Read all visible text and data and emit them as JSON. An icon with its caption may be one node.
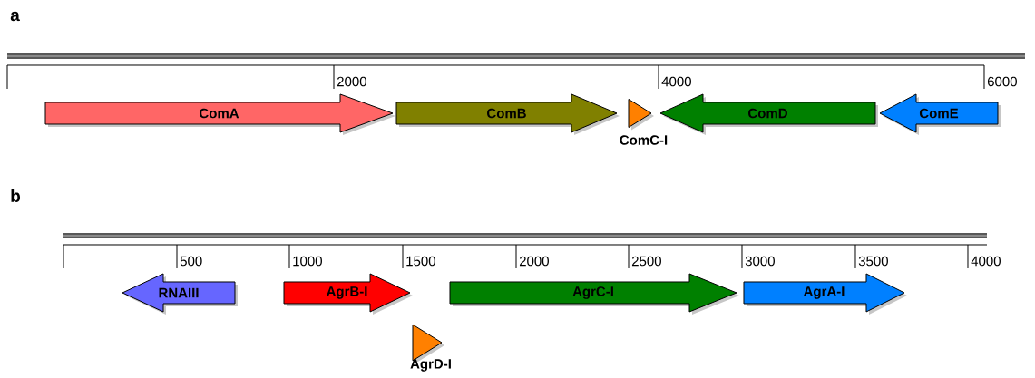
{
  "diagram": {
    "nodes": [
      {
        "text": [
          "ComA"
        ]
      },
      {
        "text": [
          "ComB"
        ]
      },
      {
        "text": [
          "ComC-I"
        ]
      },
      {
        "text": [
          "ComD"
        ]
      },
      {
        "text": [
          "ComE"
        ]
      },
      {
        "text": [
          "RNAIII"
        ]
      },
      {
        "text": [
          "AgrB-I"
        ]
      },
      {
        "text": [
          "AgrD-I"
        ]
      },
      {
        "text": [
          "AgrC-I"
        ]
      },
      {
        "text": [
          "AgrA-I"
        ]
      }
    ],
    "labels": [
      "a",
      "2000",
      "4000",
      "6000",
      "b",
      "500",
      "1000",
      "1500",
      "2000",
      "2500",
      "3000",
      "3500",
      "4000"
    ]
  }
}
